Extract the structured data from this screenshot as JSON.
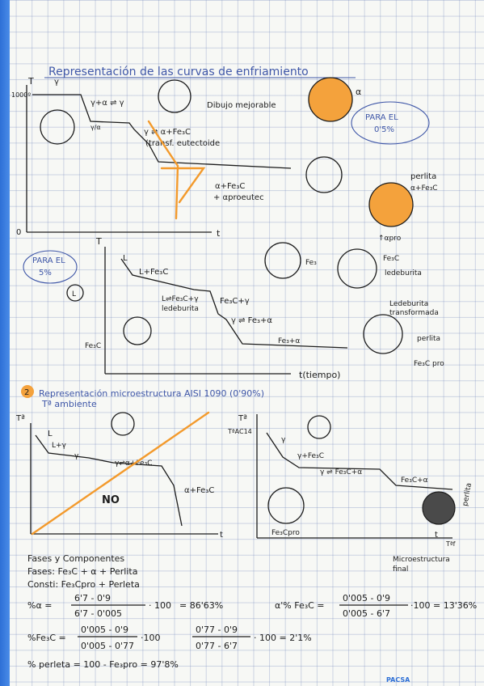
{
  "title": "Representación de las curvas de enfriamiento",
  "diagram1": {
    "y_axis": "T",
    "y_tick": "1000º",
    "origin": "0",
    "x_axis": "t",
    "labels": {
      "g_top": "γ",
      "a_eq_g": "γ+α ⇌ γ",
      "a_g_left": "γ/α",
      "g_to_fe3c": "γ ⇌ α+Fe₃C",
      "transf_eutec": "(transf. eutectoide",
      "a_fe3c": "α+Fe₃C",
      "a_proeutec": "+ αproeutec",
      "dibujo": "Dibujo mejorable",
      "alpha": "α",
      "para_el": "PARA EL",
      "para_val": "0'5%",
      "perlita": "perlita",
      "perlita_sub": "α+Fe₃C",
      "alpha_pro": "↑αpro"
    }
  },
  "diagram2": {
    "y_axis": "T",
    "x_axis": "t(tiempo)",
    "box_para": "PARA EL",
    "box_val": "5%",
    "labels": {
      "L": "L",
      "L_fe3c": "L+Fe₃C",
      "L_circle": "L",
      "ledeb_eq": "L⇌Fe₃C+γ",
      "ledeburita": "ledeburita",
      "fe3c_g": "Fe₃C+γ",
      "g_eq_fe3a": "γ ⇌ Fe₃+α",
      "fe3_a": "Fe₃+α",
      "fe3c_left": "Fe₃C",
      "fe3": "Fe₃",
      "fe3c_r": "Fe₃C",
      "ledeburita_r": "ledeburita",
      "ledeb_trans": "Ledeburita",
      "ledeb_trans2": "transformada",
      "perlita": "perlita",
      "fe3c_pro": "Fe₃C pro"
    }
  },
  "section2": {
    "number": "2",
    "title": "Representación microestructura AISI 1090 (0'90%)",
    "subtitle": "Tª ambiente"
  },
  "diagram3": {
    "y_axis": "Tª",
    "x_axis": "t",
    "labels": {
      "L": "L",
      "L_g": "L+γ",
      "g": "γ",
      "g_eq": "γ⇌α+Fe₃C",
      "a_fe3c": "α+Fe₃C",
      "no": "NO"
    }
  },
  "diagram4": {
    "y_axis": "Tª",
    "y_tick": "TªAC14",
    "x_axis": "t",
    "x_sub": "Tªf",
    "labels": {
      "g": "γ",
      "g_fe3c": "γ+Fe₃C",
      "g_eq": "γ ⇌ Fe₃C+α",
      "fe3c_a": "Fe₃C+α",
      "fe3c_pro": "Fe₃Cpro",
      "perlita": "perlita",
      "micro": "Microestructura",
      "micro2": "final"
    }
  },
  "notes": {
    "fases_heading": "Fases y Componentes",
    "fases": "Fases: Fe₃C + α + Perlita",
    "constit": "Consti: Fe₃Cpro + Perleta",
    "eq1_lhs": "%α =",
    "eq1_num": "6'7 - 0'9",
    "eq1_den": "6'7 - 0'005",
    "eq1_mul": "· 100",
    "eq1_res": "= 86'63%",
    "eq2_lhs": "α'% Fe₃C =",
    "eq2_num": "0'005 - 0'9",
    "eq2_den": "0'005 - 6'7",
    "eq2_res": "·100 = 13'36%",
    "eq3_lhs": "%Fe₃C =",
    "eq3_num": "0'005 - 0'9",
    "eq3_den": "0'005 - 0'77",
    "eq3_mul": "·100",
    "eq3_num2": "0'77 - 0'9",
    "eq3_den2": "0'77 - 6'7",
    "eq3_res": "· 100 = 2'1%",
    "eq4": "% perleta = 100 - Fe₃pro = 97'8%",
    "brand": "PACSA"
  },
  "colors": {
    "ink": "#1c1c1c",
    "blue_ink": "#3f57a8",
    "orange": "#f39a2c",
    "binding": "#2d6fd6"
  }
}
